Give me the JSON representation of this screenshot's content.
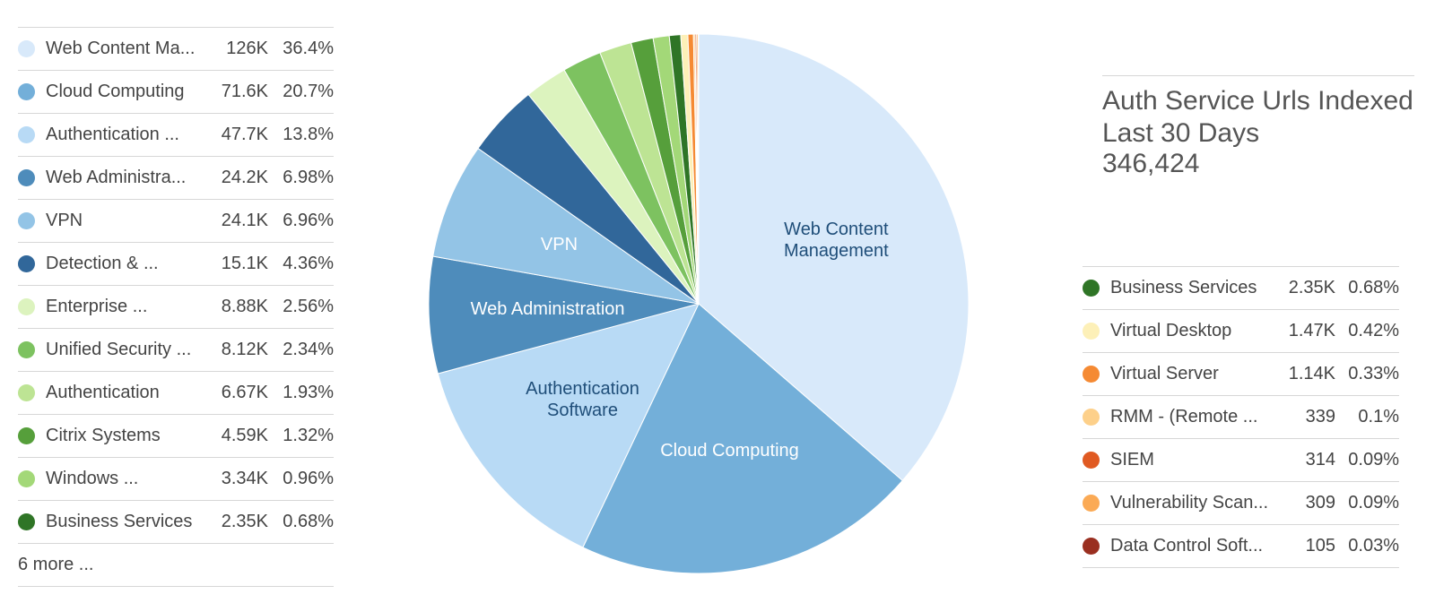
{
  "kpi": {
    "title": "Auth Service Urls Indexed Last 30 Days",
    "value": "346,424"
  },
  "legend_left": {
    "items": [
      {
        "name": "Web Content Ma...",
        "value": "126K",
        "pct": "36.4%",
        "color": "#d8e9fa"
      },
      {
        "name": "Cloud Computing",
        "value": "71.6K",
        "pct": "20.7%",
        "color": "#73afd9"
      },
      {
        "name": "Authentication ...",
        "value": "47.7K",
        "pct": "13.8%",
        "color": "#b8daf5"
      },
      {
        "name": "Web Administra...",
        "value": "24.2K",
        "pct": "6.98%",
        "color": "#4e8cbb"
      },
      {
        "name": "VPN",
        "value": "24.1K",
        "pct": "6.96%",
        "color": "#93c4e6"
      },
      {
        "name": "Detection & ...",
        "value": "15.1K",
        "pct": "4.36%",
        "color": "#31679a"
      },
      {
        "name": "Enterprise ...",
        "value": "8.88K",
        "pct": "2.56%",
        "color": "#dcf3be"
      },
      {
        "name": "Unified Security ...",
        "value": "8.12K",
        "pct": "2.34%",
        "color": "#7dc260"
      },
      {
        "name": "Authentication",
        "value": "6.67K",
        "pct": "1.93%",
        "color": "#bde494"
      },
      {
        "name": "Citrix Systems",
        "value": "4.59K",
        "pct": "1.32%",
        "color": "#569f3b"
      },
      {
        "name": "Windows ...",
        "value": "3.34K",
        "pct": "0.96%",
        "color": "#a3d878"
      },
      {
        "name": "Business Services",
        "value": "2.35K",
        "pct": "0.68%",
        "color": "#2f7526"
      }
    ],
    "more": "6 more ..."
  },
  "legend_right": {
    "items": [
      {
        "name": "Business Services",
        "value": "2.35K",
        "pct": "0.68%",
        "color": "#2f7526"
      },
      {
        "name": "Virtual Desktop",
        "value": "1.47K",
        "pct": "0.42%",
        "color": "#fdf0b8"
      },
      {
        "name": "Virtual Server",
        "value": "1.14K",
        "pct": "0.33%",
        "color": "#f58a33"
      },
      {
        "name": "RMM - (Remote ...",
        "value": "339",
        "pct": "0.1%",
        "color": "#fdd08a"
      },
      {
        "name": "SIEM",
        "value": "314",
        "pct": "0.09%",
        "color": "#e05a22"
      },
      {
        "name": "Vulnerability Scan...",
        "value": "309",
        "pct": "0.09%",
        "color": "#fbaa55"
      },
      {
        "name": "Data Control Soft...",
        "value": "105",
        "pct": "0.03%",
        "color": "#9a2f20"
      }
    ]
  },
  "chart_data": {
    "type": "pie",
    "title": "",
    "total": 346424,
    "slices": [
      {
        "label": "Web Content Management",
        "value": 126000,
        "color": "#d8e9fa",
        "label_color": "#1f4e79",
        "shown": true
      },
      {
        "label": "Cloud Computing",
        "value": 71600,
        "color": "#73afd9",
        "label_color": "#ffffff",
        "shown": true
      },
      {
        "label": "Authentication Software",
        "value": 47700,
        "color": "#b8daf5",
        "label_color": "#1f4e79",
        "shown": true
      },
      {
        "label": "Web Administration",
        "value": 24200,
        "color": "#4e8cbb",
        "label_color": "#ffffff",
        "shown": true
      },
      {
        "label": "VPN",
        "value": 24100,
        "color": "#93c4e6",
        "label_color": "#ffffff",
        "shown": true
      },
      {
        "label": "Detection & ...",
        "value": 15100,
        "color": "#31679a",
        "shown": false
      },
      {
        "label": "Enterprise ...",
        "value": 8880,
        "color": "#dcf3be",
        "shown": false
      },
      {
        "label": "Unified Security ...",
        "value": 8120,
        "color": "#7dc260",
        "shown": false
      },
      {
        "label": "Authentication",
        "value": 6670,
        "color": "#bde494",
        "shown": false
      },
      {
        "label": "Citrix Systems",
        "value": 4590,
        "color": "#569f3b",
        "shown": false
      },
      {
        "label": "Windows ...",
        "value": 3340,
        "color": "#a3d878",
        "shown": false
      },
      {
        "label": "Business Services",
        "value": 2350,
        "color": "#2f7526",
        "shown": false
      },
      {
        "label": "Virtual Desktop",
        "value": 1470,
        "color": "#fdf0b8",
        "shown": false
      },
      {
        "label": "Virtual Server",
        "value": 1140,
        "color": "#f58a33",
        "shown": false
      },
      {
        "label": "RMM - (Remote ...",
        "value": 339,
        "color": "#fdd08a",
        "shown": false
      },
      {
        "label": "SIEM",
        "value": 314,
        "color": "#e05a22",
        "shown": false
      },
      {
        "label": "Vulnerability Scan...",
        "value": 309,
        "color": "#fbaa55",
        "shown": false
      },
      {
        "label": "Data Control Soft...",
        "value": 105,
        "color": "#9a2f20",
        "shown": false
      }
    ]
  }
}
